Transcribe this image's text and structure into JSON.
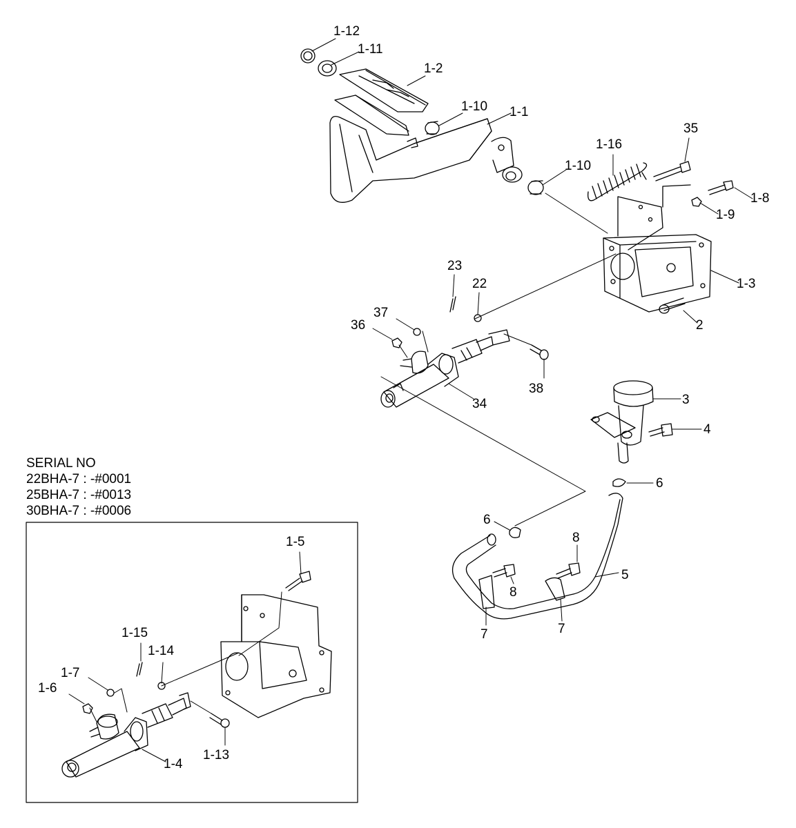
{
  "serial": {
    "title": "SERIAL NO",
    "lines": [
      "22BHA-7 : -#0001",
      "25BHA-7 : -#0013",
      "30BHA-7 : -#0006"
    ]
  },
  "labels": {
    "p1_12": "1-12",
    "p1_11": "1-11",
    "p1_2": "1-2",
    "p1_10a": "1-10",
    "p1_1": "1-1",
    "p1_10b": "1-10",
    "p1_16": "1-16",
    "p35": "35",
    "p1_8": "1-8",
    "p1_9": "1-9",
    "p1_3": "1-3",
    "p2": "2",
    "p23": "23",
    "p22": "22",
    "p37": "37",
    "p36": "36",
    "p38": "38",
    "p34": "34",
    "p3": "3",
    "p4": "4",
    "p6a": "6",
    "p6b": "6",
    "p8a": "8",
    "p8b": "8",
    "p5": "5",
    "p7a": "7",
    "p7b": "7",
    "p1_5": "1-5",
    "p1_15": "1-15",
    "p1_14": "1-14",
    "p1_7": "1-7",
    "p1_6": "1-6",
    "p1_13": "1-13",
    "p1_4": "1-4"
  }
}
